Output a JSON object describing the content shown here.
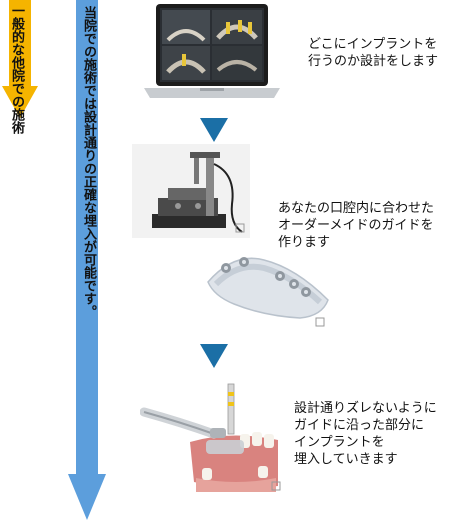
{
  "arrows": {
    "general_label": "一般的な他院での施術",
    "our_label": "当院での施術では設計通りの正確な埋入が可能です。",
    "general_line1": "一般的な",
    "general_line2": "他院での施術",
    "our_line1": "当院での施術では",
    "our_line2": "設計通りの正確な埋入が可能です。"
  },
  "steps": [
    {
      "caption_lines": [
        "どこにインプラントを",
        "行うのか設計をします"
      ]
    },
    {
      "caption_lines": [
        "あなたの口腔内に合わせた",
        "オーダーメイドのガイドを",
        "作ります"
      ]
    },
    {
      "caption_lines": [
        "設計通りズレないように",
        "ガイドに沿った部分に",
        "インプラントを",
        "埋入していきます"
      ]
    }
  ],
  "colors": {
    "general_arrow": "#f5b400",
    "our_arrow": "#5c9edc",
    "step_arrow": "#1b6fa6"
  }
}
